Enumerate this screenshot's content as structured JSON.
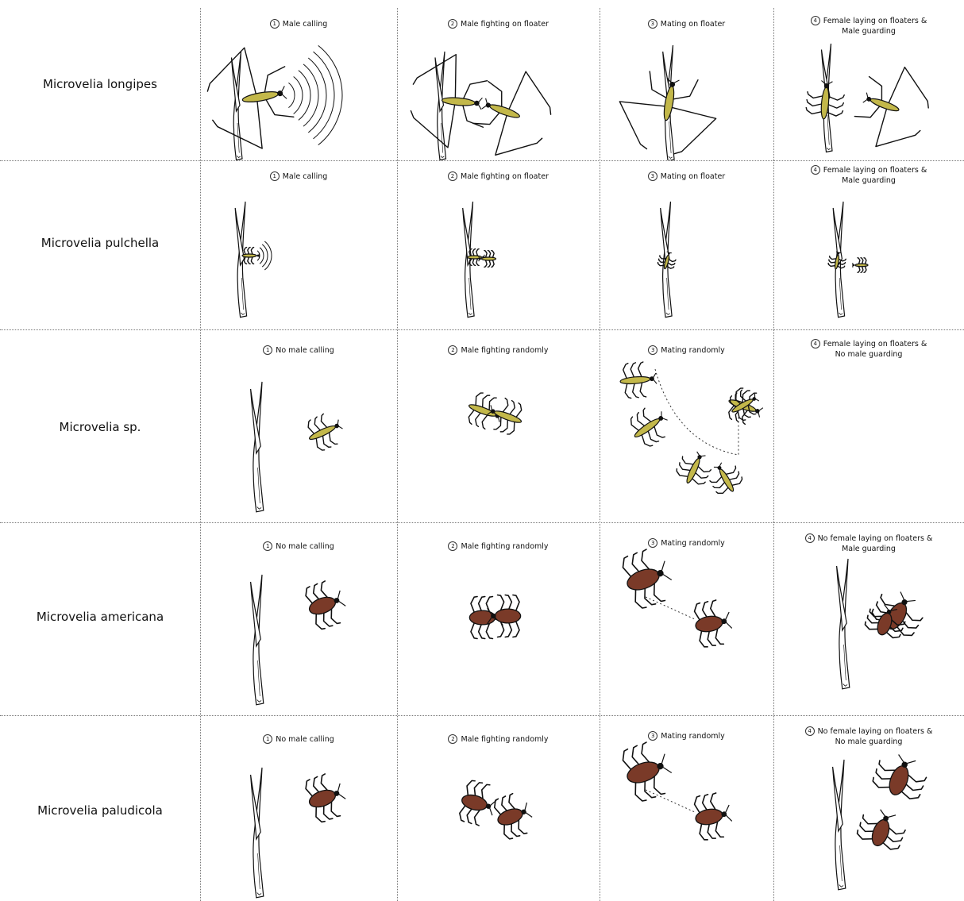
{
  "colors": {
    "yellow_bug": "#c3b84a",
    "brown_bug": "#7a3a28",
    "outline": "#111111",
    "grid": "#777777"
  },
  "rows": [
    {
      "species": "Microvelia longipes",
      "bug_color": "yellow",
      "cells": [
        {
          "num": "1",
          "caption": "Male calling",
          "scene": "calling-large"
        },
        {
          "num": "2",
          "caption": "Male fighting on floater",
          "scene": "fight-floater-large"
        },
        {
          "num": "3",
          "caption": "Mating on floater",
          "scene": "mate-floater-large"
        },
        {
          "num": "4",
          "caption": "Female laying on floaters &\nMale guarding",
          "scene": "lay-guard-large"
        }
      ]
    },
    {
      "species": "Microvelia pulchella",
      "bug_color": "yellow",
      "cells": [
        {
          "num": "1",
          "caption": "Male calling",
          "scene": "calling-small"
        },
        {
          "num": "2",
          "caption": "Male fighting on floater",
          "scene": "fight-floater-small"
        },
        {
          "num": "3",
          "caption": "Mating on floater",
          "scene": "mate-floater-small"
        },
        {
          "num": "4",
          "caption": "Female laying on floaters &\nMale guarding",
          "scene": "lay-guard-small"
        }
      ]
    },
    {
      "species": "Microvelia sp.",
      "bug_color": "yellow",
      "cells": [
        {
          "num": "1",
          "caption": "No male calling",
          "scene": "no-calling"
        },
        {
          "num": "2",
          "caption": "Male fighting randomly",
          "scene": "fight-random"
        },
        {
          "num": "3",
          "caption": "Mating randomly",
          "scene": "mate-random-many"
        },
        {
          "num": "4",
          "caption": "Female laying on floaters &\nNo male guarding",
          "scene": "lay-noguard"
        }
      ]
    },
    {
      "species": "Microvelia americana",
      "bug_color": "brown",
      "cells": [
        {
          "num": "1",
          "caption": "No male calling",
          "scene": "no-calling"
        },
        {
          "num": "2",
          "caption": "Male fighting randomly",
          "scene": "fight-random"
        },
        {
          "num": "3",
          "caption": "Mating randomly",
          "scene": "mate-random-two"
        },
        {
          "num": "4",
          "caption": "No female laying on floaters &\nMale guarding",
          "scene": "nolay-guard"
        }
      ]
    },
    {
      "species": "Microvelia paludicola",
      "bug_color": "brown",
      "cells": [
        {
          "num": "1",
          "caption": "No male calling",
          "scene": "no-calling"
        },
        {
          "num": "2",
          "caption": "Male fighting randomly",
          "scene": "fight-random-apart"
        },
        {
          "num": "3",
          "caption": "Mating randomly",
          "scene": "mate-random-two"
        },
        {
          "num": "4",
          "caption": "No female laying on floaters &\nNo male guarding",
          "scene": "nolay-noguard"
        }
      ]
    }
  ]
}
